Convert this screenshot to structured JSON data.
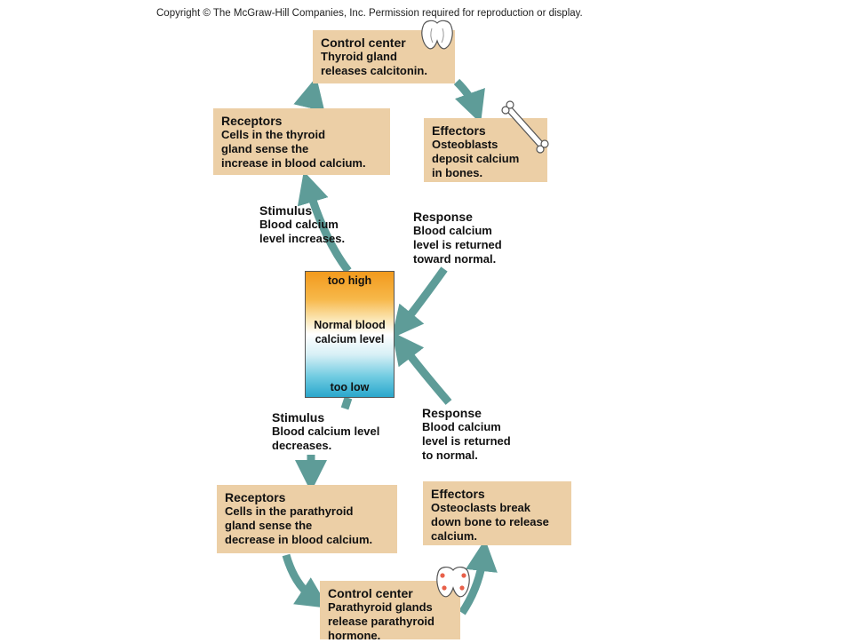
{
  "copyright": "Copyright © The McGraw-Hill Companies, Inc. Permission required for reproduction or display.",
  "top_loop": {
    "control_center": {
      "heading": "Control center",
      "text": "Thyroid gland\nreleases calcitonin."
    },
    "effectors": {
      "heading": "Effectors",
      "text": "Osteoblasts\ndeposit calcium\nin bones."
    },
    "receptors": {
      "heading": "Receptors",
      "text": "Cells in the thyroid\ngland sense the\nincrease in blood calcium."
    },
    "stimulus": {
      "heading": "Stimulus",
      "text": "Blood calcium\nlevel increases."
    },
    "response": {
      "heading": "Response",
      "text": "Blood calcium\nlevel is returned\ntoward normal."
    }
  },
  "gauge": {
    "too_high": "too high",
    "normal": "Normal blood\ncalcium level",
    "too_low": "too low"
  },
  "bottom_loop": {
    "stimulus": {
      "heading": "Stimulus",
      "text": "Blood calcium level\ndecreases."
    },
    "response": {
      "heading": "Response",
      "text": "Blood calcium\nlevel is returned\nto normal."
    },
    "receptors": {
      "heading": "Receptors",
      "text": "Cells in the parathyroid\ngland sense the\ndecrease in blood calcium."
    },
    "effectors": {
      "heading": "Effectors",
      "text": "Osteoclasts break\ndown bone to release\ncalcium."
    },
    "control_center": {
      "heading": "Control center",
      "text": "Parathyroid glands\nrelease parathyroid\nhormone."
    }
  },
  "colors": {
    "box_fill": "#eccfa6",
    "arrow": "#5e9c98",
    "too_high": "#f29a1d",
    "too_low": "#2aa7cc"
  },
  "icons": [
    "thyroid-gland-icon",
    "bone-icon",
    "parathyroid-gland-icon"
  ]
}
